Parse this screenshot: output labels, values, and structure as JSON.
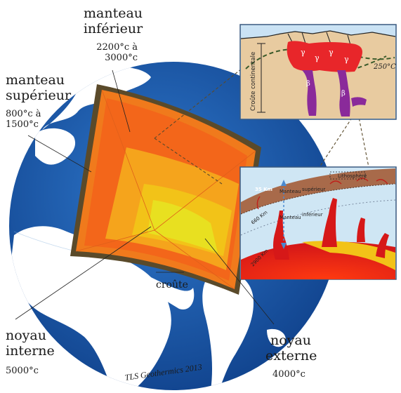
{
  "labels": {
    "manteau_inferieur": {
      "title_line1": "manteau",
      "title_line2": "inférieur",
      "temp_line1": "2200°c à",
      "temp_line2": "3000°c"
    },
    "manteau_superieur": {
      "title_line1": "manteau",
      "title_line2": "supérieur",
      "temp_line1": "800°c à",
      "temp_line2": "1500°c"
    },
    "noyau_interne": {
      "title_line1": "noyau",
      "title_line2": "interne",
      "temp": "5000°c"
    },
    "noyau_externe": {
      "title_line1": "noyau",
      "title_line2": "externe",
      "temp": "4000°c"
    },
    "croute": "croûte"
  },
  "credit": "TLS Geothermics 2013",
  "inset_top": {
    "axis_label": "Croûte continentale",
    "isotherm_label": "250°C",
    "gamma_symbol": "γ",
    "beta_symbol": "β"
  },
  "inset_bottom": {
    "lithosphere": "Lithosphère",
    "depth_35": "35 Km",
    "depth_660": "660 Km",
    "depth_2900": "2900 Km",
    "manteau_1": "Manteau",
    "superieur": "supérieur",
    "manteau_2": "Manteau",
    "inferieur": "inférieur"
  },
  "colors": {
    "ocean": "#1f5fb4",
    "land": "#ffffff",
    "upper_mantle": "#f07a1c",
    "lower_mantle": "#f5a41c",
    "outer_core": "#f2c318",
    "inner_core": "#e8e020",
    "crust_rim": "#5a4a2a",
    "inset_crust": "#e8cba0",
    "magma": "#e8262a",
    "beta_magma": "#8a2a9a"
  }
}
